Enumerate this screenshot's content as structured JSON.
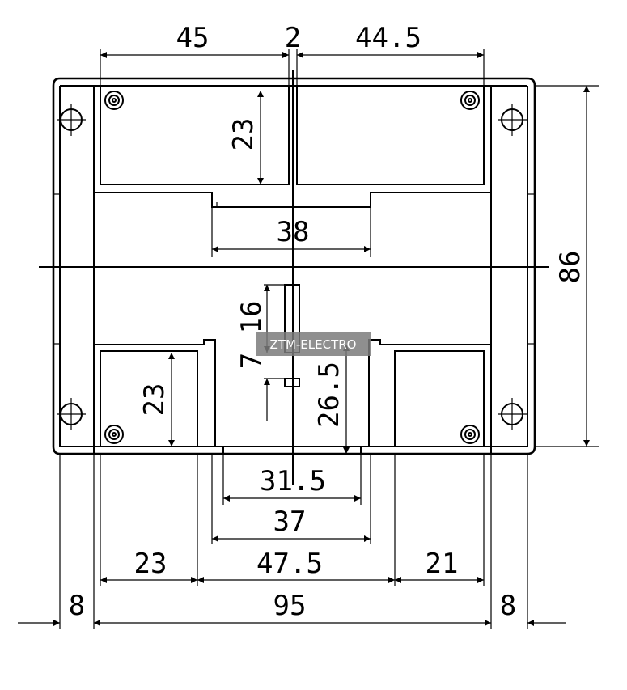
{
  "dimensions": {
    "top_left": "45",
    "top_gap": "2",
    "top_right": "44.5",
    "slot_width": "38",
    "height_total": "86",
    "upper_window_height": "23",
    "lower_left_height": "23",
    "pin_length": "16",
    "pin_gap": "7",
    "channel_height": "26.5",
    "channel_inner": "31.5",
    "channel_outer": "37",
    "bottom_left": "23",
    "bottom_center": "47.5",
    "bottom_right": "21",
    "rail_left": "8",
    "body_width": "95",
    "rail_right": "8"
  },
  "watermark": "ZTM-ELECTRO"
}
